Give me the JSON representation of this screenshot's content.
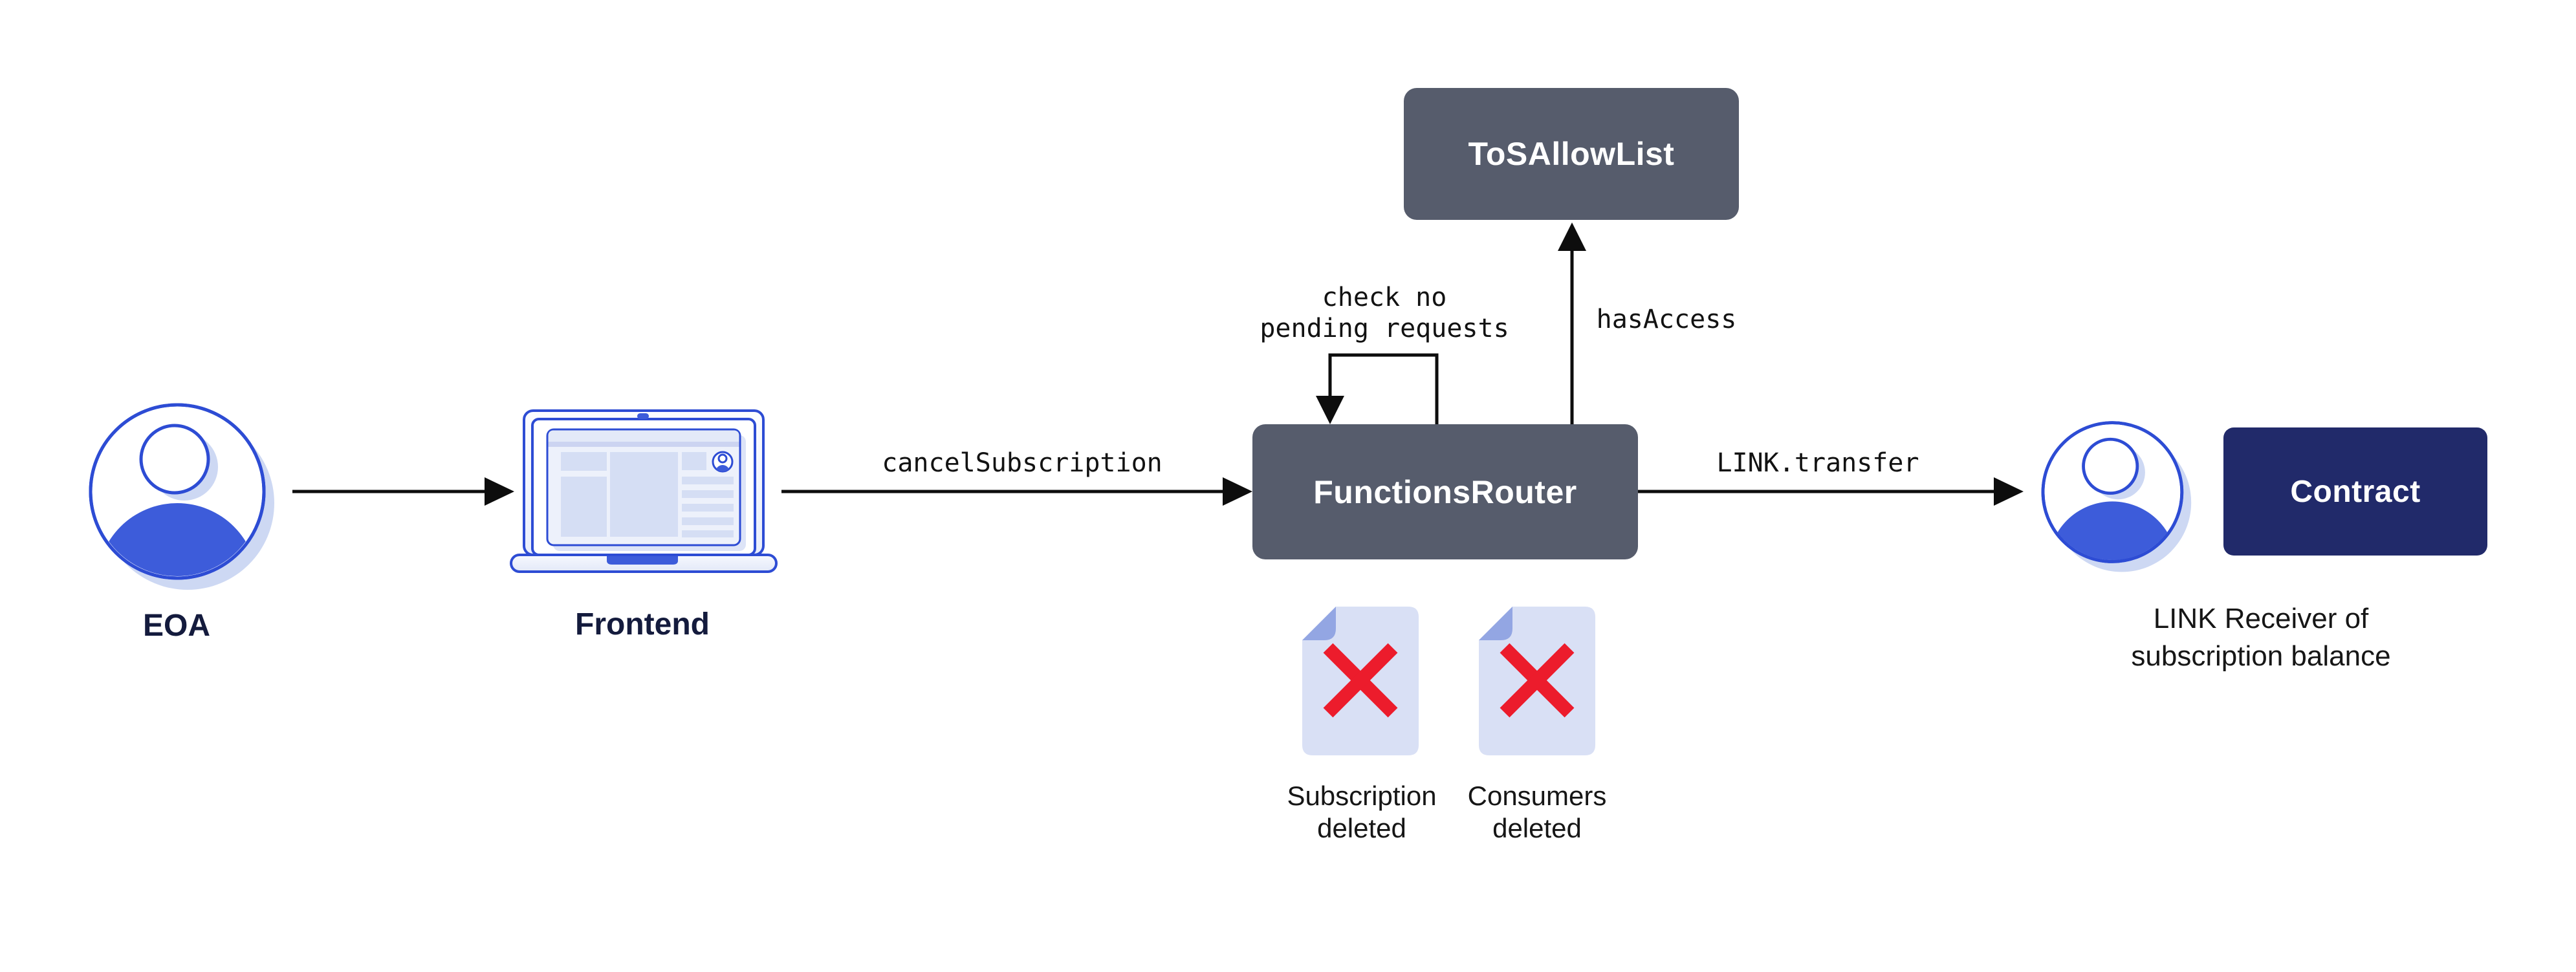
{
  "colors": {
    "box_slate": "#565c6c",
    "box_navy": "#212a6a",
    "stroke_blue": "#2d4cd4",
    "fill_blue": "#3d5cda",
    "shadow_lavender": "#cdd8f3",
    "doc_body": "#d9e0f5",
    "doc_fold": "#93a6e3",
    "cross_red": "#ec1c2c",
    "arrow_black": "#0d0d0d",
    "node_label_navy": "#141b3d",
    "text_black": "#161616"
  },
  "nodes": {
    "eoa": {
      "label": "EOA"
    },
    "frontend": {
      "label": "Frontend"
    },
    "functions_router": {
      "label": "FunctionsRouter"
    },
    "tos_allow_list": {
      "label": "ToSAllowList"
    },
    "contract": {
      "label": "Contract"
    },
    "receiver_caption": {
      "line1": "LINK Receiver of",
      "line2": "subscription balance"
    }
  },
  "edges": {
    "cancel_subscription": {
      "label": "cancelSubscription"
    },
    "self_check": {
      "line1": "check no",
      "line2": "pending requests"
    },
    "has_access": {
      "label": "hasAccess"
    },
    "link_transfer": {
      "label": "LINK.transfer"
    }
  },
  "artifacts": {
    "subscription_deleted": {
      "line1": "Subscription",
      "line2": "deleted"
    },
    "consumers_deleted": {
      "line1": "Consumers",
      "line2": "deleted"
    }
  },
  "icons": {
    "eoa": "person-avatar-icon",
    "frontend": "laptop-browser-icon",
    "receiver": "person-avatar-icon",
    "deleted_doc": "document-with-red-x-icon"
  }
}
